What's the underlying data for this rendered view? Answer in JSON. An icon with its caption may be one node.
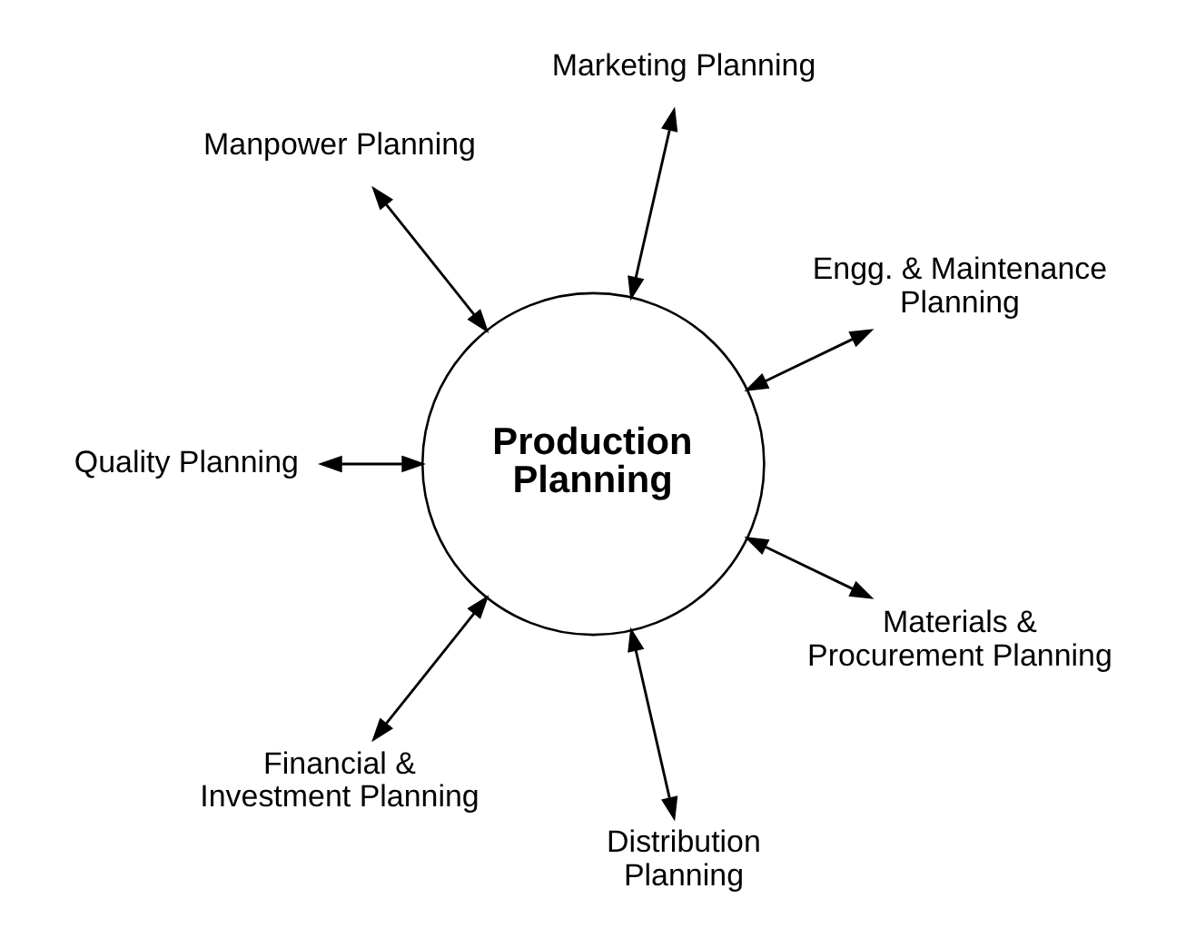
{
  "diagram": {
    "nodes": [
      {
        "text": [
          "Production Planning"
        ]
      },
      {
        "text": [
          "Engg. & Maintenance Planning"
        ]
      },
      {
        "text": [
          "Marketing Planning"
        ]
      },
      {
        "text": [
          "Manpower Planning"
        ]
      },
      {
        "text": [
          "Quality Planning"
        ]
      },
      {
        "text": [
          "Financial & Investment Planning"
        ]
      },
      {
        "text": [
          "Distribution Planning"
        ]
      },
      {
        "text": [
          "Materials & Procurement Planning"
        ]
      }
    ],
    "edges": [
      {
        "from": 0,
        "to": 1,
        "arrow": "both"
      },
      {
        "from": 0,
        "to": 2,
        "arrow": "both"
      },
      {
        "from": 0,
        "to": 4,
        "arrow": "both"
      },
      {
        "from": 0,
        "to": 6,
        "arrow": "both"
      },
      {
        "from": 0,
        "to": 7,
        "arrow": "both"
      },
      {
        "from": 0,
        "to": 5,
        "arrow": "both"
      },
      {
        "from": 0,
        "to": 3,
        "arrow": "both"
      }
    ]
  }
}
